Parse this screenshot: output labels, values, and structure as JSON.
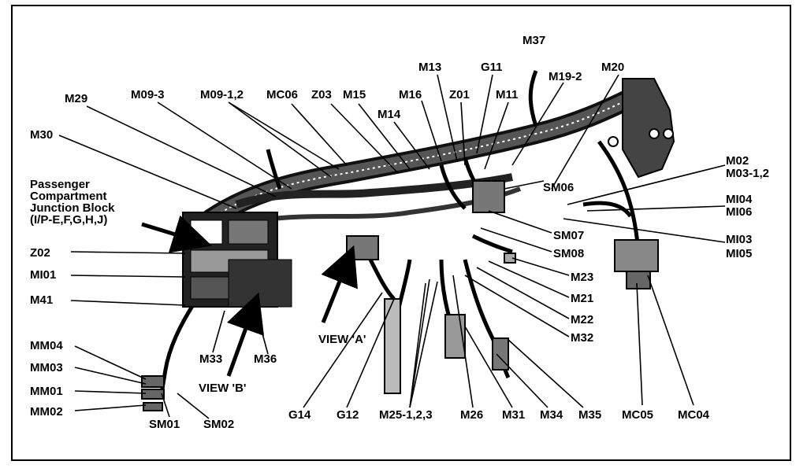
{
  "junction_block": {
    "line1": "Passenger",
    "line2": "Compartment",
    "line3": "Junction Block",
    "line4": "(I/P-E,F,G,H,J)"
  },
  "labels": {
    "m37": "M37",
    "m13": "M13",
    "g11": "G11",
    "m19_2": "M19-2",
    "m20": "M20",
    "m29": "M29",
    "m09_3": "M09-3",
    "m09_1_2": "M09-1,2",
    "mc06": "MC06",
    "z03": "Z03",
    "m15": "M15",
    "m16": "M16",
    "z01": "Z01",
    "m11": "M11",
    "m14": "M14",
    "m30": "M30",
    "m02": "M02",
    "m03_1_2": "M03-1,2",
    "sm06": "SM06",
    "mi04": "MI04",
    "mi06": "MI06",
    "sm07": "SM07",
    "mi03": "MI03",
    "mi05": "MI05",
    "sm08": "SM08",
    "z02": "Z02",
    "mi01": "MI01",
    "m23": "M23",
    "m41": "M41",
    "m21": "M21",
    "m22": "M22",
    "view_a": "VIEW 'A'",
    "m32": "M32",
    "m33": "M33",
    "m36": "M36",
    "mm04": "MM04",
    "mm03": "MM03",
    "view_b": "VIEW 'B'",
    "mm01": "MM01",
    "mm02": "MM02",
    "sm01": "SM01",
    "sm02": "SM02",
    "g14": "G14",
    "g12": "G12",
    "m25_1_2_3": "M25-1,2,3",
    "m26": "M26",
    "m31": "M31",
    "m34": "M34",
    "m35": "M35",
    "mc05": "MC05",
    "mc04": "MC04"
  }
}
